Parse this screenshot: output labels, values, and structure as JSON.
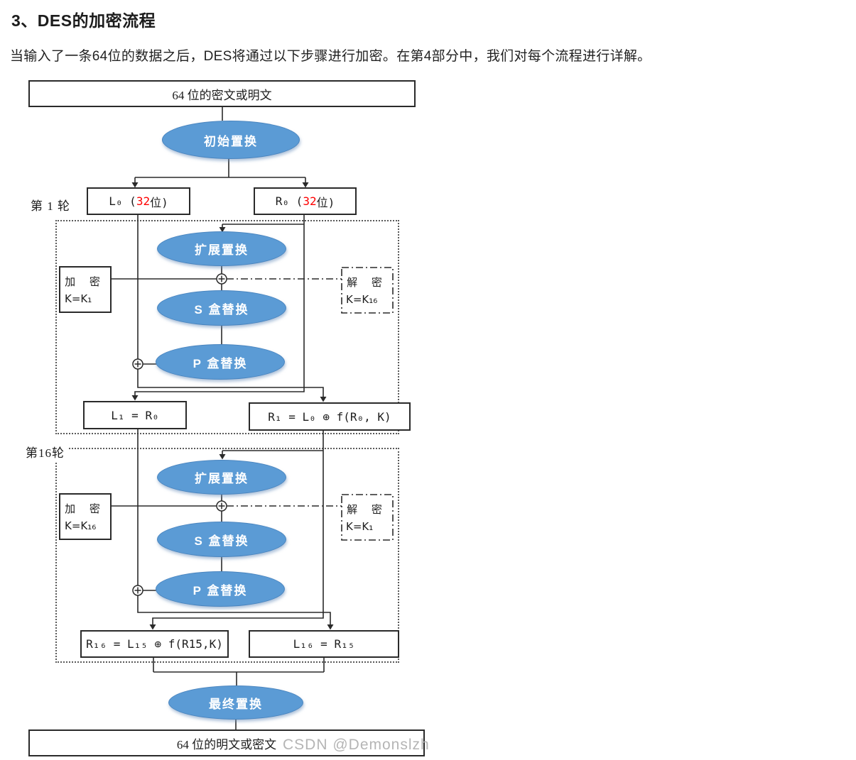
{
  "page": {
    "heading": "3、DES的加密流程",
    "intro": "当输入了一条64位的数据之后，DES将通过以下步骤进行加密。在第4部分中，我们对每个流程进行详解。",
    "watermark": "CSDN @Demonslzh"
  },
  "colors": {
    "ellipse_fill": "#5b9bd5",
    "ellipse_border": "#4a85bf",
    "highlight_red": "#fe0000",
    "line_dark": "#2a2a2a",
    "watermark_gray": "#b5b5b5"
  },
  "diagram": {
    "input_box": "64 位的密文或明文",
    "initial_permutation": "初始置换",
    "round1": {
      "label": "第 1 轮",
      "l_box": {
        "pre": "L₀ (",
        "num": "32",
        "post": " 位)"
      },
      "r_box": {
        "pre": "R₀ (",
        "num": "32",
        "post": " 位)"
      },
      "expansion": "扩展置换",
      "encrypt_label": "加 密",
      "encrypt_key": "K=K₁",
      "decrypt_label": "解 密",
      "decrypt_key": "K=K₁₆",
      "sbox": "S 盒替换",
      "pbox": "P 盒替换",
      "l_out": "L₁ = R₀",
      "r_out": "R₁ = L₀ ⊕ f(R₀, K)"
    },
    "round16": {
      "label": "第16轮",
      "expansion": "扩展置换",
      "encrypt_label": "加 密",
      "encrypt_key": "K=K₁₆",
      "decrypt_label": "解 密",
      "decrypt_key": "K=K₁",
      "sbox": "S 盒替换",
      "pbox": "P 盒替换",
      "r_out": "R₁₆ = L₁₅ ⊕ f(R15,K)",
      "l_out": "L₁₆ = R₁₅"
    },
    "final_permutation": "最终置换",
    "output_box": "64 位的明文或密文"
  }
}
